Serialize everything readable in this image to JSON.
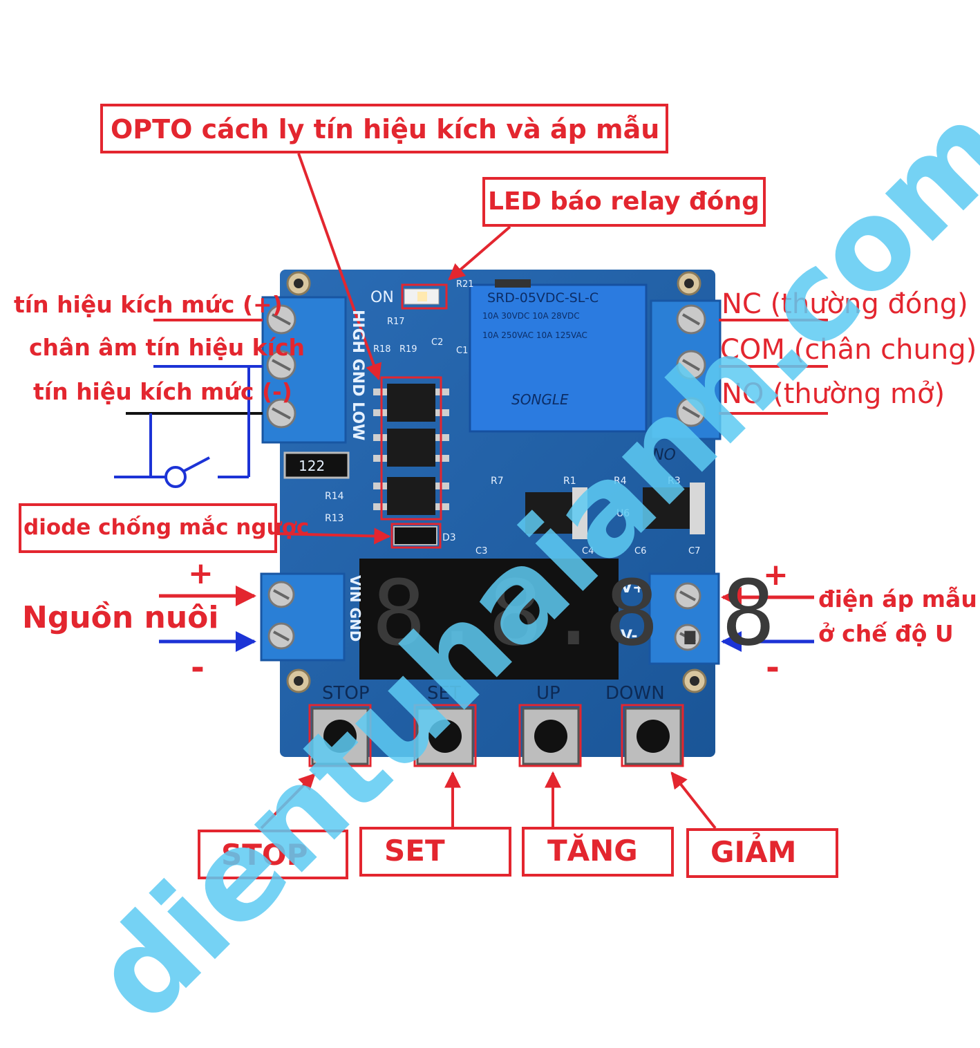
{
  "labels": {
    "opto": "OPTO cách ly tín hiệu kích và áp mẫu",
    "led": "LED báo relay đóng",
    "trig_pos": "tín hiệu kích mức (+)",
    "trig_gnd": "chân âm tín hiệu kích",
    "trig_neg": "tín hiệu kích mức (-)",
    "diode": "diode chống mắc ngược",
    "power": "Nguồn nuôi",
    "nc": "NC (thường đóng)",
    "com": "COM (chân chung)",
    "no": "NO (thường mở)",
    "sample_1": "điện áp mẫu",
    "sample_2": "ở chế độ U",
    "plus": "+",
    "minus": "-"
  },
  "buttons": {
    "stop": "STOP",
    "set": "SET",
    "up": "TĂNG",
    "down": "GIẢM"
  },
  "board": {
    "btn_stop": "STOP",
    "btn_set": "SET",
    "btn_up": "UP",
    "btn_down": "DOWN",
    "on": "ON",
    "in_terminals": "HIGH GND LOW",
    "pwr_terminals": "VIN GND",
    "vplus": "V+",
    "vminus": "V-",
    "relay_model": "SRD-05VDC-SL-C",
    "relay_r1": "10A 250VAC 10A 125VAC",
    "relay_r2": "10A 30VDC 10A 28VDC",
    "relay_brand": "SONGLE",
    "resistor": "122",
    "no_mark": "NO",
    "display": "8.8.8.8",
    "r14": "R14",
    "r13": "R13",
    "r17": "R17",
    "r18": "R18",
    "r19": "R19",
    "r21": "R21",
    "c2": "C2",
    "c1": "C1",
    "r7": "R7",
    "r1": "R1",
    "r4": "R4",
    "r3": "R3",
    "u6": "U6",
    "c4": "C4",
    "c6": "C6",
    "c7": "C7",
    "c3": "C3",
    "d3": "D3"
  },
  "watermark": "dientuhaianh.com",
  "colors": {
    "label_red": "#e3262f",
    "pcb_blue": "#1f5fa6",
    "terminal_blue": "#2a7fd6",
    "watermark": "#5ecbf3",
    "wire_blue": "#1c33d6"
  }
}
